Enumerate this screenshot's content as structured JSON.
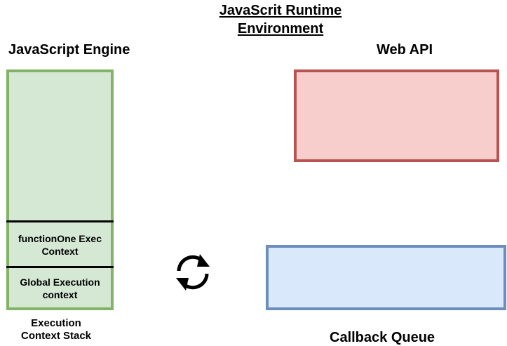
{
  "title": {
    "line1": "JavaScrit Runtime",
    "line2": "Environment "
  },
  "engine": {
    "heading": "JavaScript Engine",
    "frames": [
      {
        "label_line1": "functionOne Exec",
        "label_line2": "Context"
      },
      {
        "label_line1": "Global Execution",
        "label_line2": "context"
      }
    ],
    "stack_caption_line1": "Execution",
    "stack_caption_line2": "Context Stack"
  },
  "web_api": {
    "heading": "Web API"
  },
  "callback_queue": {
    "heading": "Callback Queue"
  },
  "event_loop": {
    "icon": "refresh-cycle-icon"
  },
  "colors": {
    "stack_fill": "#d5e8d4",
    "stack_stroke": "#82b366",
    "web_api_fill": "#f8cecc",
    "web_api_stroke": "#b85450",
    "queue_fill": "#dae8fc",
    "queue_stroke": "#6c8ebf"
  }
}
